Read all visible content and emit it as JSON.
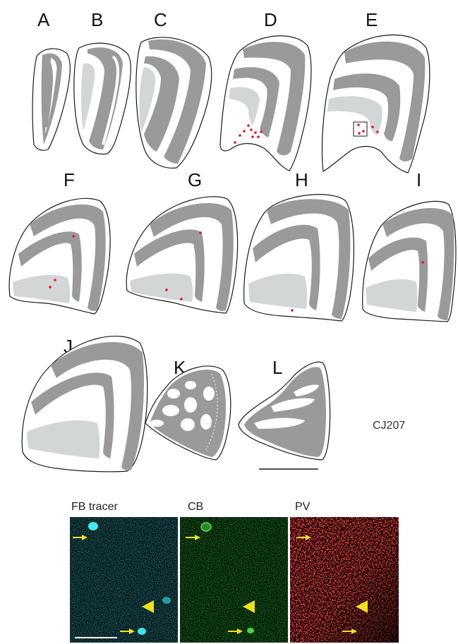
{
  "figure": {
    "panels": [
      {
        "letter": "A",
        "dots": 0
      },
      {
        "letter": "B",
        "dots": 0
      },
      {
        "letter": "C",
        "dots": 0
      },
      {
        "letter": "D",
        "dots": 9
      },
      {
        "letter": "E",
        "dots": 5
      },
      {
        "letter": "F",
        "dots": 3
      },
      {
        "letter": "G",
        "dots": 3
      },
      {
        "letter": "H",
        "dots": 1
      },
      {
        "letter": "I",
        "dots": 1
      },
      {
        "letter": "J",
        "dots": 0
      },
      {
        "letter": "K",
        "dots": 0
      },
      {
        "letter": "L",
        "dots": 0
      }
    ],
    "case_id": "CJ207",
    "micrograph_labels": {
      "fb": "FB tracer",
      "cb": "CB",
      "pv": "PV"
    },
    "colors": {
      "dark_layer": "#9a9a9c",
      "light_layer": "#d3d6d6",
      "outline": "#1a1a1a",
      "dot": "#e8101e",
      "arrow": "#f0e020",
      "fb_channel": "#2fd6dc",
      "cb_channel": "#30c030",
      "pv_channel": "#ff1a1a"
    },
    "icons": {
      "arrow": "arrow-right-icon",
      "arrowhead": "triangle-left-icon"
    }
  }
}
